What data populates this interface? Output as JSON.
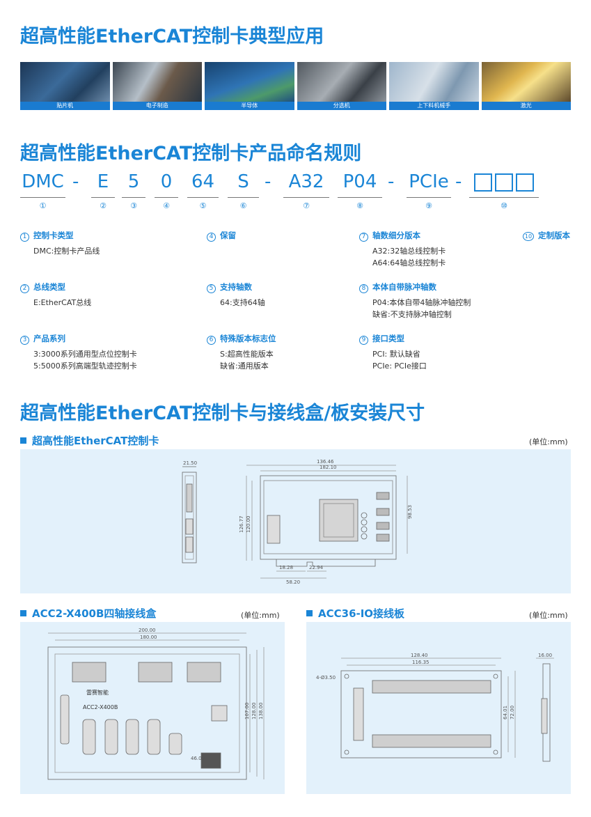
{
  "section1": {
    "title": "超高性能EtherCAT控制卡典型应用"
  },
  "applications": [
    {
      "label": "贴片机",
      "color": "#2b4b6e"
    },
    {
      "label": "电子制造",
      "color": "#5a6c7a"
    },
    {
      "label": "半导体",
      "color": "#2d5e9c"
    },
    {
      "label": "分选机",
      "color": "#6b7580"
    },
    {
      "label": "上下料机械手",
      "color": "#8aa3ba"
    },
    {
      "label": "激光",
      "color": "#c19a3e"
    }
  ],
  "section2": {
    "title": "超高性能EtherCAT控制卡产品命名规则"
  },
  "naming": {
    "segments": [
      "DMC",
      "E",
      "5",
      "0",
      "64",
      "S",
      "A32",
      "P04",
      "PCIe"
    ],
    "dash": "-",
    "numbers": [
      "①",
      "②",
      "③",
      "④",
      "⑤",
      "⑥",
      "⑦",
      "⑧",
      "⑨",
      "⑩"
    ]
  },
  "fields": [
    {
      "num": "1",
      "title": "控制卡类型",
      "lines": [
        "DMC:控制卡产品线"
      ]
    },
    {
      "num": "2",
      "title": "总线类型",
      "lines": [
        "E:EtherCAT总线"
      ]
    },
    {
      "num": "3",
      "title": "产品系列",
      "lines": [
        "3:3000系列通用型点位控制卡",
        "5:5000系列高端型轨迹控制卡"
      ]
    },
    {
      "num": "4",
      "title": "保留",
      "lines": []
    },
    {
      "num": "5",
      "title": "支持轴数",
      "lines": [
        "64:支持64轴"
      ]
    },
    {
      "num": "6",
      "title": "特殊版本标志位",
      "lines": [
        "S:超高性能版本",
        "缺省:通用版本"
      ]
    },
    {
      "num": "7",
      "title": "轴数细分版本",
      "lines": [
        "A32:32轴总线控制卡",
        "A64:64轴总线控制卡"
      ]
    },
    {
      "num": "8",
      "title": "本体自带脉冲轴数",
      "lines": [
        "P04:本体自带4轴脉冲轴控制",
        "缺省:不支持脉冲轴控制"
      ]
    },
    {
      "num": "9",
      "title": "接口类型",
      "lines": [
        "PCI:  默认缺省",
        "PCIe: PCIe接口"
      ]
    },
    {
      "num": "10",
      "title": "定制版本",
      "lines": []
    }
  ],
  "section3": {
    "title": "超高性能EtherCAT控制卡与接线盒/板安装尺寸"
  },
  "drawings": {
    "card": {
      "title": "超高性能EtherCAT控制卡",
      "unit": "(单位:mm)",
      "dims": [
        "21.50",
        "136.46",
        "182.10",
        "126.77",
        "120.00",
        "98.53",
        "18.28",
        "22.94",
        "58.20"
      ]
    },
    "box": {
      "title": "ACC2-X400B四轴接线盒",
      "unit": "(单位:mm)",
      "dims": [
        "200.00",
        "180.00",
        "107.00",
        "128.00",
        "138.00",
        "46.00"
      ],
      "model_label": "ACC2-X400B",
      "brand_label": "雷赛智能"
    },
    "board": {
      "title": "ACC36-IO接线板",
      "unit": "(单位:mm)",
      "dims": [
        "128.40",
        "116.35",
        "4-Ø3.50",
        "64.01",
        "72.00",
        "16.00"
      ]
    }
  },
  "colors": {
    "accent": "#1a85d6",
    "panel": "#e3f1fb"
  }
}
